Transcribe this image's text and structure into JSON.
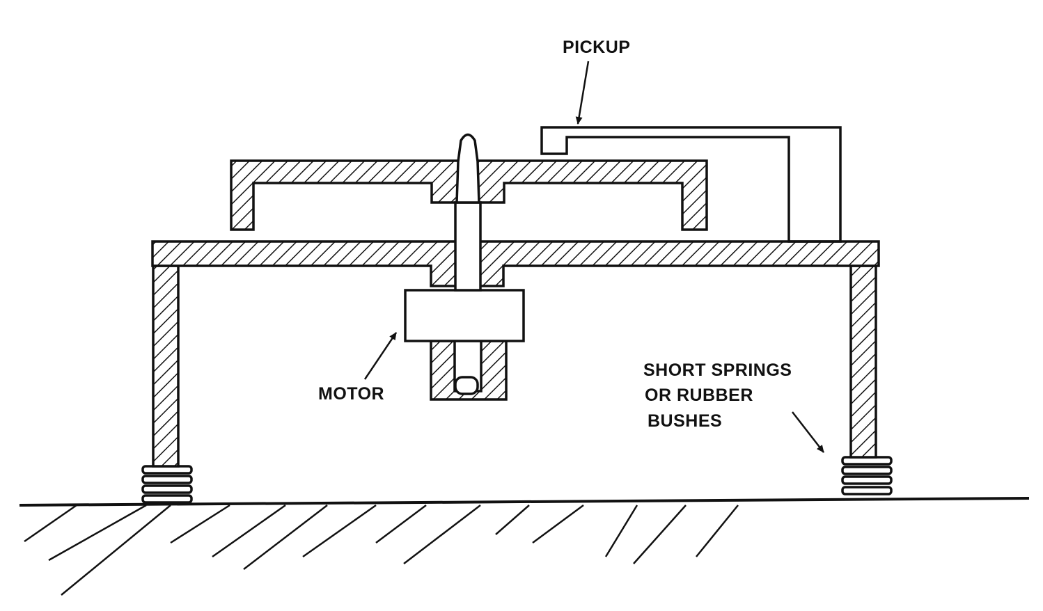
{
  "labels": {
    "pickup": "PICKUP",
    "motor": "MOTOR",
    "springs_line1": "SHORT SPRINGS",
    "springs_line2": "OR RUBBER",
    "springs_line3": "BUSHES"
  },
  "colors": {
    "ink": "#111111",
    "background": "#ffffff"
  }
}
